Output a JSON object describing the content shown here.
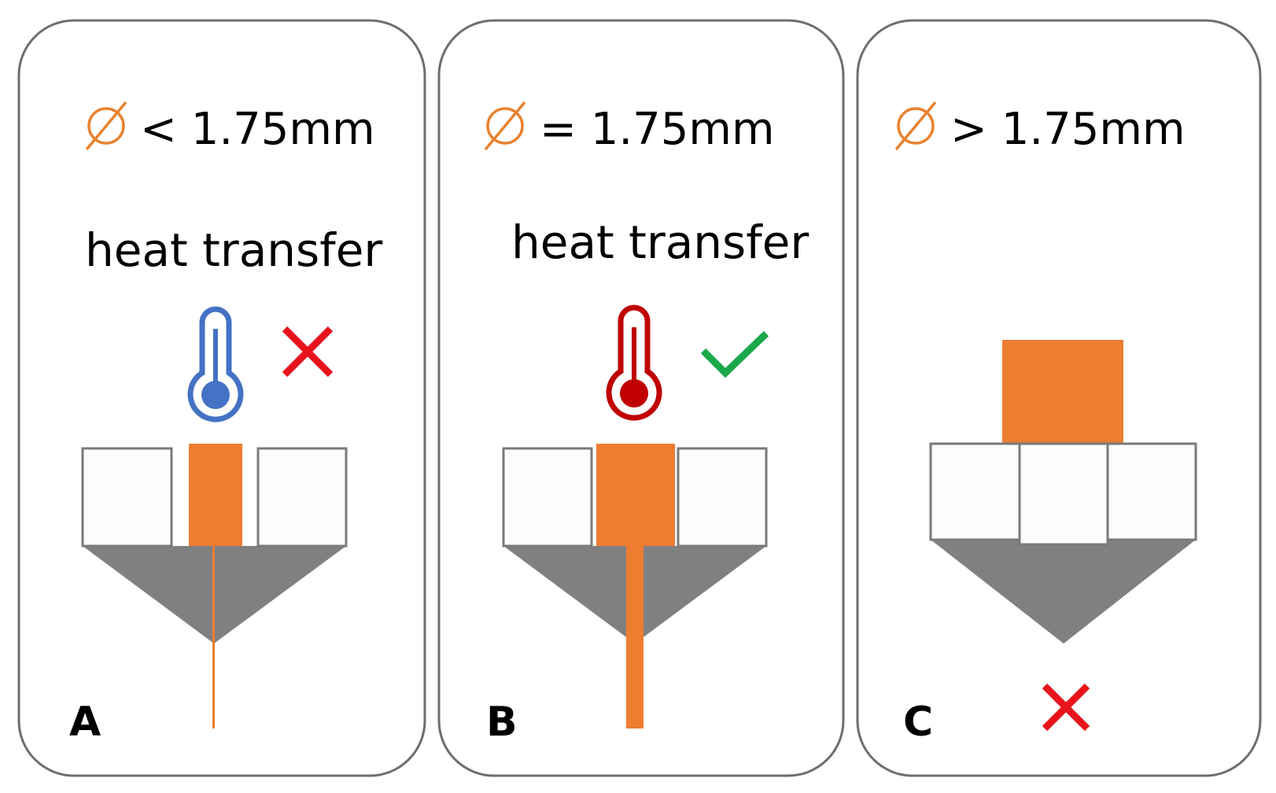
{
  "colors": {
    "filament": "#ed7d31",
    "diameter_symbol": "#e8822f",
    "nozzle": "#808080",
    "block_fill": "#fcfcfc",
    "frame_stroke": "#6e6e6e",
    "cold_thermometer": "#4472c4",
    "hot_thermometer": "#c00000",
    "cross_mark": "#e8141c",
    "check_mark": "#1aa84a"
  },
  "panels": [
    {
      "letter": "A",
      "condition": "< 1.75mm",
      "heat_label": "heat transfer",
      "thermometer_icon": "cold-thermometer-icon",
      "result_icon": "cross-mark-icon"
    },
    {
      "letter": "B",
      "condition": "= 1.75mm",
      "heat_label": "heat transfer",
      "thermometer_icon": "hot-thermometer-icon",
      "result_icon": "check-mark-icon"
    },
    {
      "letter": "C",
      "condition": "> 1.75mm",
      "result_icon": "cross-mark-icon"
    }
  ]
}
